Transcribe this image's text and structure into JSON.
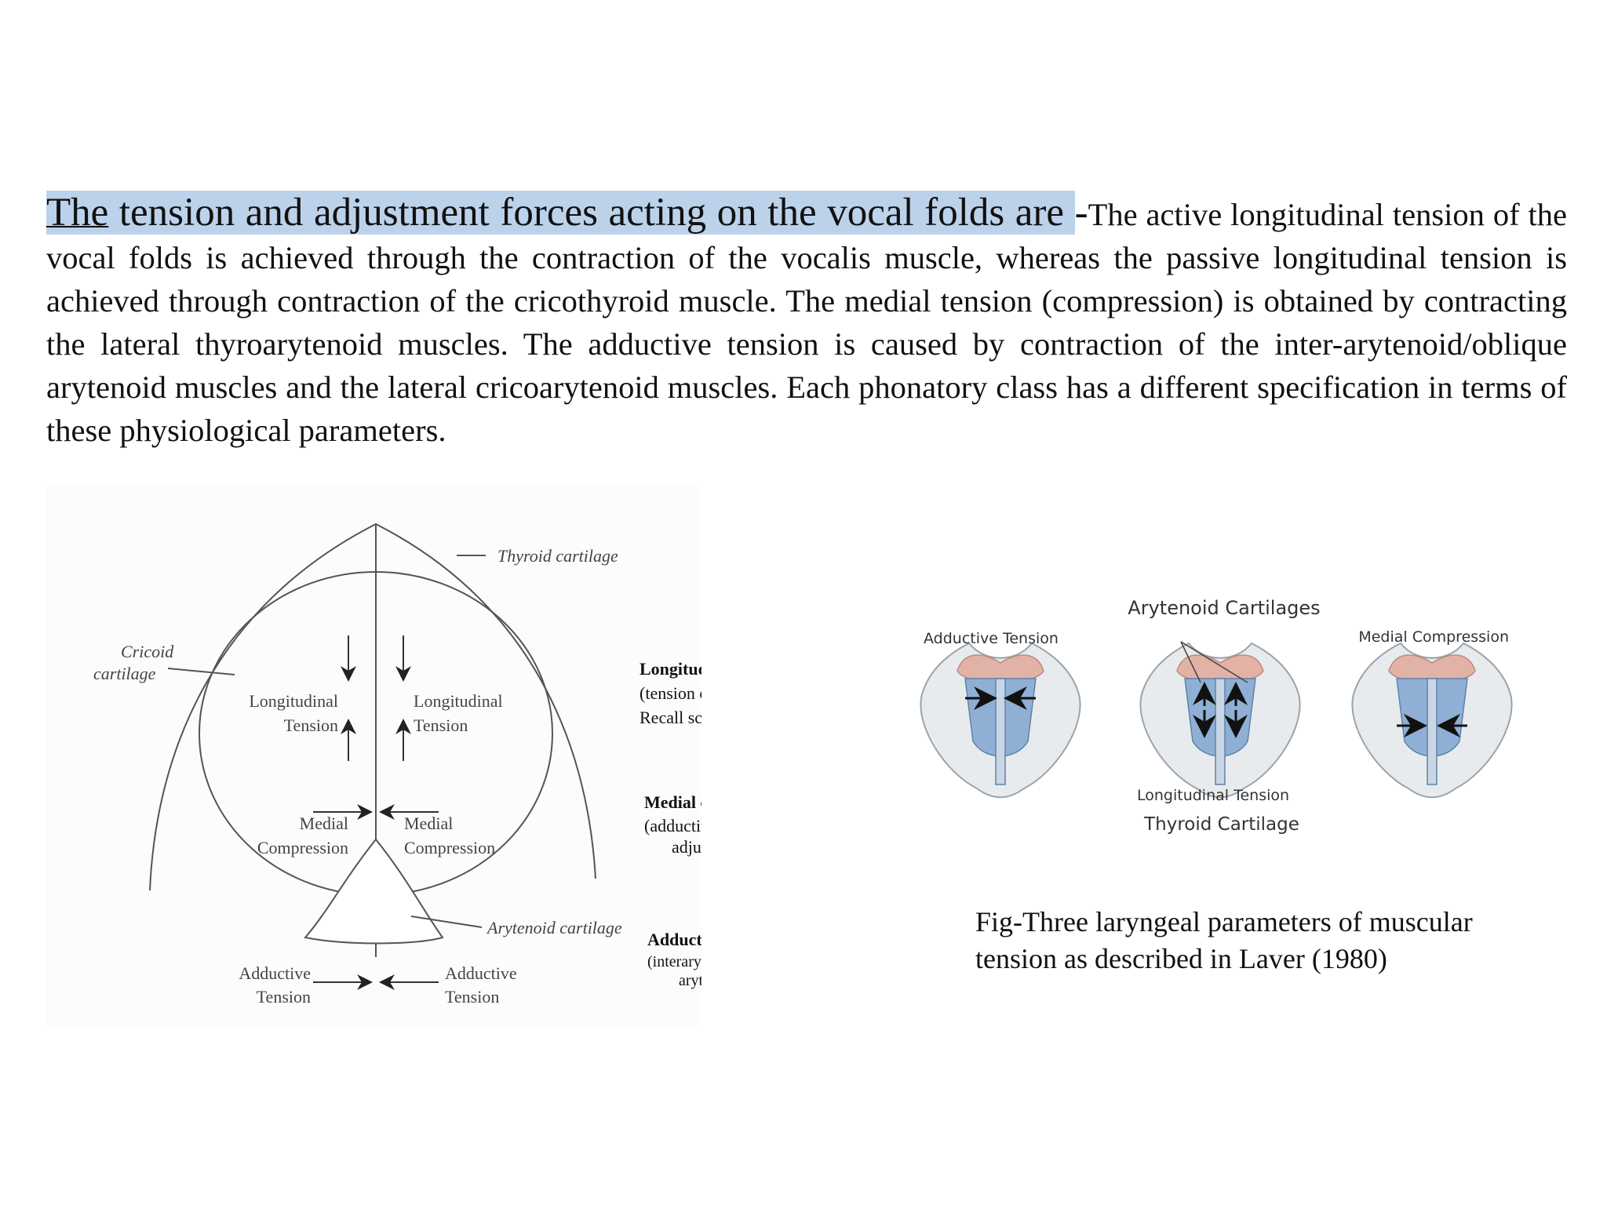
{
  "paragraph": {
    "heading_first_word": "The",
    "heading_rest": " tension and adjustment forces acting on the vocal folds are ",
    "dash": "-",
    "body": "The active longitudinal tension of the vocal folds is achieved through the contraction of the vocalis muscle, whereas the passive longitudinal tension is achieved through contraction of the cricothyroid muscle. The medial tension (compression) is obtained by contracting the lateral thyroarytenoid muscles. The adductive tension is caused by contraction of the inter-arytenoid/oblique arytenoid muscles and the lateral cricoarytenoid muscles. Each phonatory class has a different specification in terms of these physiological parameters.",
    "highlight_color": "#bcd2ea"
  },
  "left_figure": {
    "thyroid_cartilage": "Thyroid cartilage",
    "cricoid_line1": "Cricoid",
    "cricoid_line2": "cartilage",
    "long_left_1": "Longitudinal",
    "long_left_2": "Tension",
    "long_right_1": "Longitudinal",
    "long_right_2": "Tension",
    "medial_left_1": "Medial",
    "medial_left_2": "Compression",
    "medial_right_1": "Medial",
    "medial_right_2": "Compression",
    "arytenoid_cartilage": "Arytenoid cartilage",
    "adductive_left_1": "Adductive",
    "adductive_left_2": "Tension",
    "adductive_right_1": "Adductive",
    "adductive_right_2": "Tension",
    "legend": {
      "longitudinal_title": "Longitudinal pressure",
      "longitudinal_sub1": "(tension of vocal folds)",
      "longitudinal_sub2": "Recall scary glottis animation",
      "medial_title": "Medial compression",
      "medial_sub1": "(adductive force on vocal processes-",
      "medial_sub2": "adjustment of ligamental glottis)",
      "adductive_title": "Adductive tension",
      "adductive_sub1": "(interarytenoid muscles adduct the",
      "adductive_sub2": "arytenoid muscles)"
    }
  },
  "right_figure": {
    "arytenoid_cartilages": "Arytenoid Cartilages",
    "adductive_tension": "Adductive Tension",
    "medial_compression": "Medial Compression",
    "longitudinal_tension": "Longitudinal Tension",
    "thyroid_cartilage": "Thyroid Cartilage",
    "colors": {
      "cartilage": "#e8ebee",
      "arytenoid": "#e3b2a7",
      "fold": "#8fb0d4"
    }
  },
  "caption": {
    "line1": "Fig-Three laryngeal parameters of muscular",
    "line2": "tension as described in Laver (1980)"
  }
}
